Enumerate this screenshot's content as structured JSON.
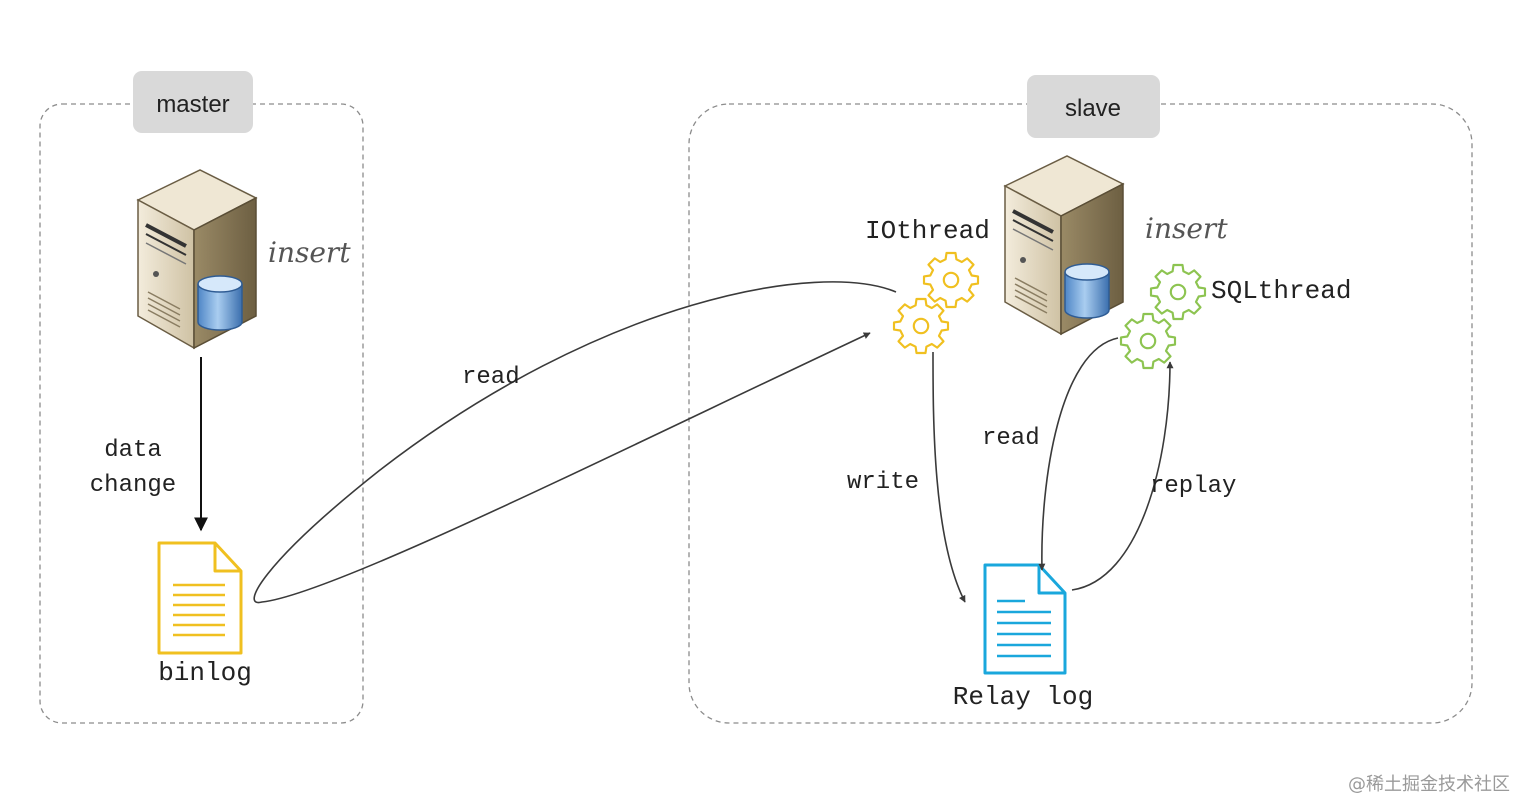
{
  "master": {
    "title": "master",
    "action": "insert",
    "arrow_label_line1": "data",
    "arrow_label_line2": "change",
    "file_label": "binlog"
  },
  "slave": {
    "title": "slave",
    "action": "insert",
    "io_thread": "IOthread",
    "sql_thread": "SQLthread",
    "file_label": "Relay log",
    "write_label": "write",
    "read_label": "read",
    "replay_label": "replay"
  },
  "cross_read_label": "read",
  "watermark": "@稀土掘金技术社区",
  "colors": {
    "binlog": "#f0c020",
    "relay_log": "#1aa7dc",
    "io_gear": "#f0c020",
    "sql_gear": "#8dc451",
    "title_badge": "#d9d9d9",
    "frame": "#8c8c8c",
    "arrow": "#3a3a3a"
  }
}
